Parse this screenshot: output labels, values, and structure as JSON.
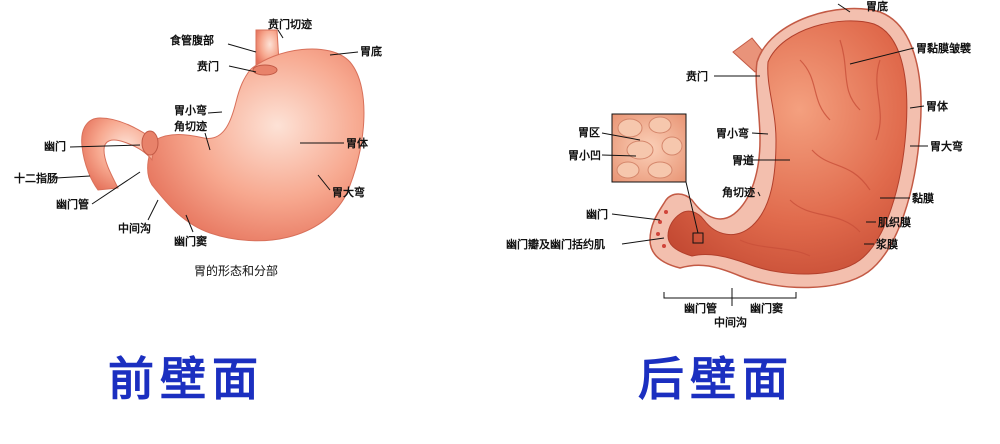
{
  "front": {
    "labels": {
      "cardia_notch": "贲门切迹",
      "abdominal_esophagus": "食管腹部",
      "fundus": "胃底",
      "cardia": "贲门",
      "lesser_curvature": "胃小弯",
      "angular_incisure": "角切迹",
      "pylorus": "幽门",
      "body": "胃体",
      "duodenum": "十二指肠",
      "pyloric_canal": "幽门管",
      "greater_curvature": "胃大弯",
      "intermediate_sulcus": "中间沟",
      "pyloric_antrum": "幽门窦"
    },
    "caption": "胃的形态和分部",
    "title": "前壁面"
  },
  "back": {
    "labels": {
      "fundus": "胃底",
      "mucosal_folds": "胃黏膜皱襞",
      "cardia": "贲门",
      "body": "胃体",
      "gastric_area": "胃区",
      "lesser_curvature": "胃小弯",
      "greater_curvature": "胃大弯",
      "gastric_pit": "胃小凹",
      "gastric_canal": "胃道",
      "angular_incisure": "角切迹",
      "mucosa": "黏膜",
      "pylorus": "幽门",
      "muscularis": "肌织膜",
      "pyloric_valve_sphincter": "幽门瓣及幽门括约肌",
      "serosa": "浆膜",
      "pyloric_canal": "幽门管",
      "pyloric_antrum": "幽门窦",
      "intermediate_sulcus": "中间沟"
    },
    "title": "后壁面"
  }
}
